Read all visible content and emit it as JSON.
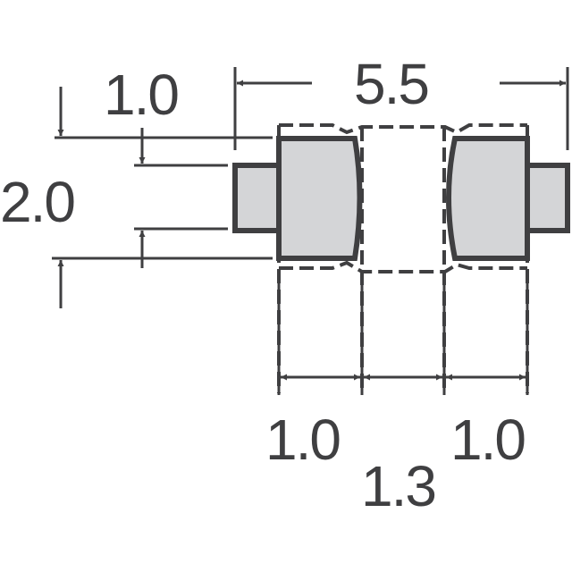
{
  "diagram": {
    "type": "land-pattern footprint",
    "units_implied": "mm",
    "colors": {
      "stroke": "#3f3f41",
      "pad_fill": "#d4d5d7",
      "background": "#ffffff"
    },
    "dimensions": {
      "overall_width": "5.5",
      "pad_height_outer": "1.0",
      "lead_height": "2.0",
      "left_pad_width": "1.0",
      "gap_width": "1.3",
      "right_pad_width": "1.0"
    },
    "shapes": [
      {
        "name": "left-pad",
        "style": "solid outline, gray fill"
      },
      {
        "name": "left-lead-tab",
        "style": "solid outline, gray fill"
      },
      {
        "name": "right-pad",
        "style": "solid outline, gray fill"
      },
      {
        "name": "right-lead-tab",
        "style": "solid outline, gray fill"
      },
      {
        "name": "component-body-outline",
        "style": "dashed"
      }
    ]
  }
}
